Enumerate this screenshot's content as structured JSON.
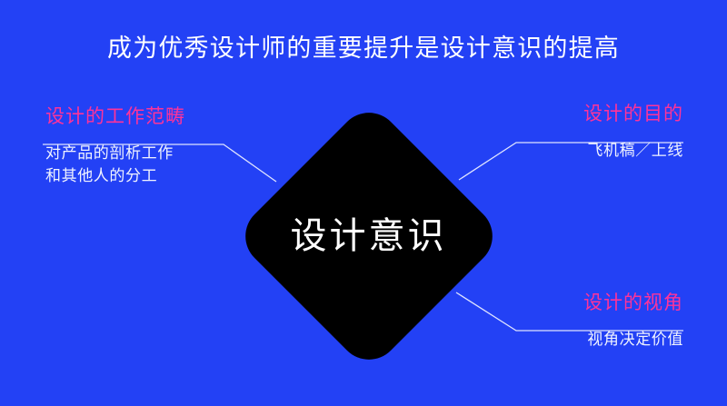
{
  "theme": {
    "background_color": "#2341f5",
    "accent_pink": "#ff3399",
    "text_white": "#ffffff",
    "shape_black": "#000000",
    "line_color": "#dfe4ff"
  },
  "slide": {
    "title": "成为优秀设计师的重要提升是设计意识的提高",
    "center": {
      "label": "设计意识",
      "shape": "diamond"
    },
    "callouts": [
      {
        "position": "left",
        "heading": "设计的工作范畴",
        "body": "对产品的剖析工作\n和其他人的分工"
      },
      {
        "position": "right-top",
        "heading": "设计的目的",
        "body": "飞机稿／上线"
      },
      {
        "position": "right-bottom",
        "heading": "设计的视角",
        "body": "视角决定价值"
      }
    ]
  }
}
